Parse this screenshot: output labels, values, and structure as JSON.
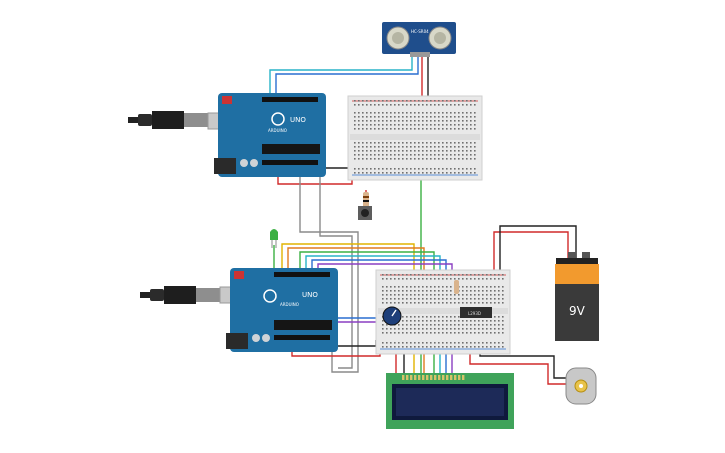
{
  "components": {
    "arduino_top": {
      "logo_text": "UNO",
      "brand_text": "ARDUINO"
    },
    "arduino_bottom": {
      "logo_text": "UNO",
      "brand_text": "ARDUINO"
    },
    "sensor": {
      "label": "HC-SR04"
    },
    "driver_ic": {
      "label": "L293D"
    },
    "battery": {
      "label": "9V"
    },
    "lcd": {
      "label": ""
    }
  },
  "colors": {
    "board": "#1f6fa3",
    "board_dark": "#14527a",
    "breadboard": "#e9e9e9",
    "wire_red": "#d12a2a",
    "wire_black": "#222222",
    "wire_green": "#3cb043",
    "wire_yellow": "#e2b400",
    "wire_orange": "#e07a1f",
    "wire_blue": "#2a6fd1",
    "wire_cyan": "#28b4c8",
    "wire_purple": "#8a3fc2",
    "wire_gray": "#8a8a8a",
    "battery_top": "#f29a2e",
    "battery_body": "#3a3a3a",
    "lcd_pcb": "#3fa35a",
    "lcd_screen": "#1d2a58"
  }
}
